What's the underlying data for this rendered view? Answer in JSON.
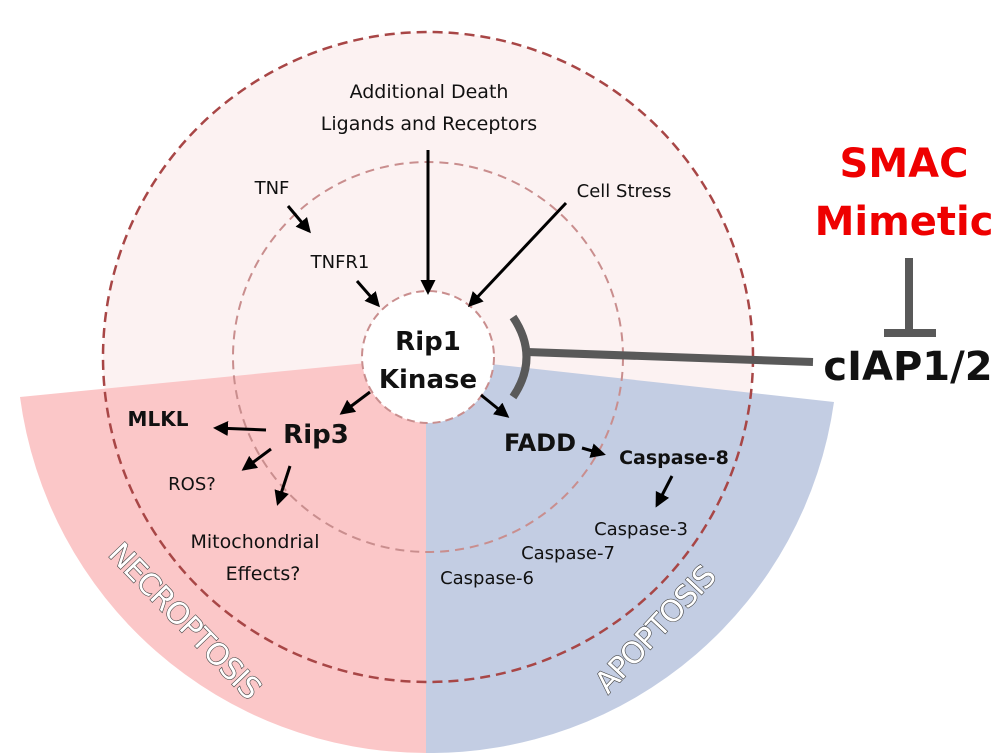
{
  "diagram": {
    "title": "Rip1 kinase cell death signaling",
    "colors": {
      "upper_region": "#fcf2f2",
      "necroptosis_region": "#fbc7c8",
      "apoptosis_region": "#c3cde3",
      "outer_dash": "#a84646",
      "inner_dash": "#c98e8e",
      "inhibitor_bar": "#595959",
      "smac_text": "#ee0000",
      "arrow": "#000000"
    },
    "center": {
      "line1": "Rip1",
      "line2": "Kinase"
    },
    "inputs": {
      "additional_line1": "Additional Death",
      "additional_line2": "Ligands and Receptors",
      "tnf": "TNF",
      "tnfr1": "TNFR1",
      "cell_stress": "Cell Stress"
    },
    "necroptosis": {
      "label": "NECROPTOSIS",
      "rip3": "Rip3",
      "mlkl": "MLKL",
      "ros": "ROS?",
      "mito_line1": "Mitochondrial",
      "mito_line2": "Effects?"
    },
    "apoptosis": {
      "label": "APOPTOSIS",
      "fadd": "FADD",
      "caspase8": "Caspase-8",
      "caspase3": "Caspase-3",
      "caspase7": "Caspase-7",
      "caspase6": "Caspase-6"
    },
    "inhibitors": {
      "smac_line1": "SMAC",
      "smac_line2": "Mimetic",
      "ciap": "cIAP1/2"
    }
  }
}
